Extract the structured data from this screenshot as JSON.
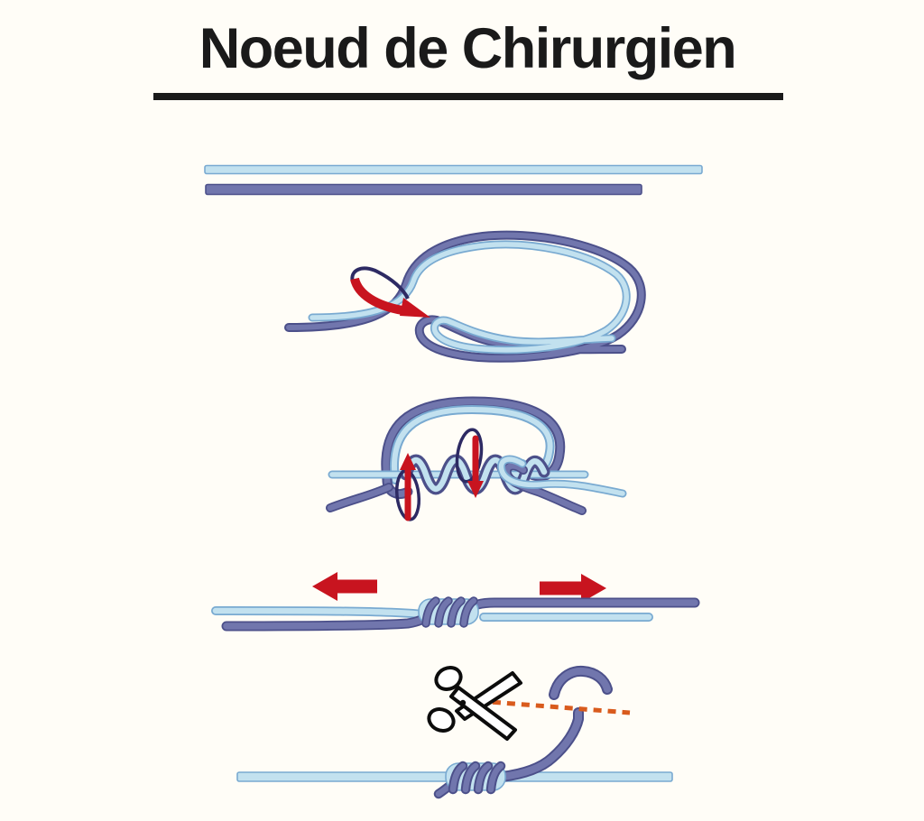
{
  "title": "Noeud de Chirurgien",
  "colors": {
    "canvas_bg": "#fffdf7",
    "title_color": "#1a1a1a",
    "rope_light_fill": "#c2e1ef",
    "rope_light_stroke": "#79aad1",
    "rope_dark_fill": "#7176ad",
    "rope_dark_stroke": "#4c508a",
    "arrow_red": "#c8141f",
    "rotate_navy": "#2d2a63",
    "cut_orange": "#d95b1d",
    "scissors_black": "#0c0c0c"
  },
  "steps": [
    {
      "id": 1,
      "name": "lay-two-lines-parallel"
    },
    {
      "id": 2,
      "name": "form-loop-with-both-lines"
    },
    {
      "id": 3,
      "name": "pass-ends-through-loop-twice"
    },
    {
      "id": 4,
      "name": "pull-both-sides-to-tighten"
    },
    {
      "id": 5,
      "name": "trim-tag-end-with-scissors"
    }
  ]
}
